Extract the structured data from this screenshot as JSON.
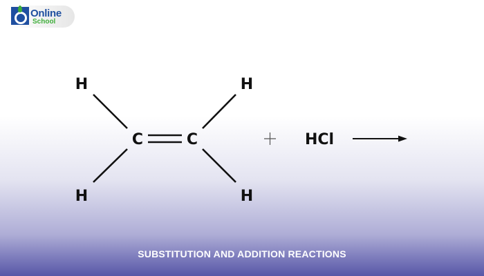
{
  "logo": {
    "text_top": "Online",
    "text_bottom": "School"
  },
  "reaction": {
    "atoms": {
      "h1": "H",
      "h2": "H",
      "h3": "H",
      "h4": "H",
      "c1": "C",
      "c2": "C"
    },
    "plus": "+",
    "reagent": "HCl"
  },
  "caption": "SUBSTITUTION AND ADDITION REACTIONS"
}
